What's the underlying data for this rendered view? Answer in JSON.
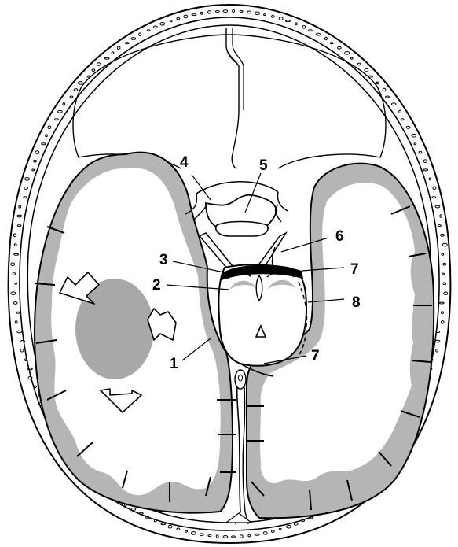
{
  "figure": {
    "callouts": [
      {
        "id": "c1",
        "text": "1"
      },
      {
        "id": "c2",
        "text": "2"
      },
      {
        "id": "c3",
        "text": "3"
      },
      {
        "id": "c4",
        "text": "4"
      },
      {
        "id": "c5",
        "text": "5"
      },
      {
        "id": "c6",
        "text": "6"
      },
      {
        "id": "c7a",
        "text": "7"
      },
      {
        "id": "c7b",
        "text": "7"
      },
      {
        "id": "c8",
        "text": "8"
      }
    ],
    "colors": {
      "stroke": "#000000",
      "gray_matter": "#b5b5b5",
      "mass": "#a8a8a8",
      "background": "#ffffff"
    },
    "arrows": {
      "count": 3,
      "style": "outlined-block-arrow"
    }
  }
}
